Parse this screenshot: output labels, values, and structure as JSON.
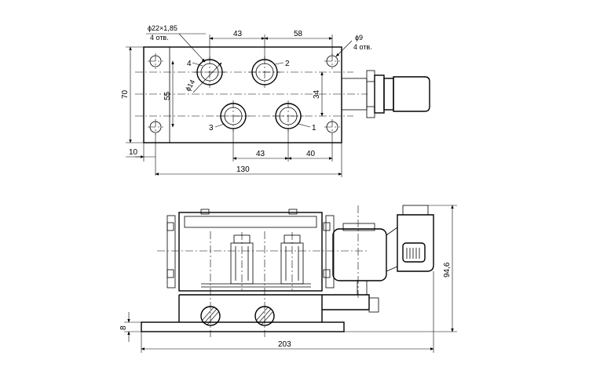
{
  "top_view": {
    "dimensions": {
      "hole_large": "ϕ22×1,85",
      "hole_large_count": "4 отв.",
      "hole_small": "ϕ9",
      "hole_small_count": "4 отв.",
      "dia_14": "ϕ14",
      "d43_top": "43",
      "d58": "58",
      "d70": "70",
      "d55": "55",
      "d34": "34",
      "d43_bottom": "43",
      "d40": "40",
      "d10": "10",
      "d130": "130"
    },
    "ports": {
      "p1": "1",
      "p2": "2",
      "p3": "3",
      "p4": "4"
    }
  },
  "front_view": {
    "dimensions": {
      "d8": "8",
      "d94_6": "94,6",
      "d203": "203"
    }
  }
}
